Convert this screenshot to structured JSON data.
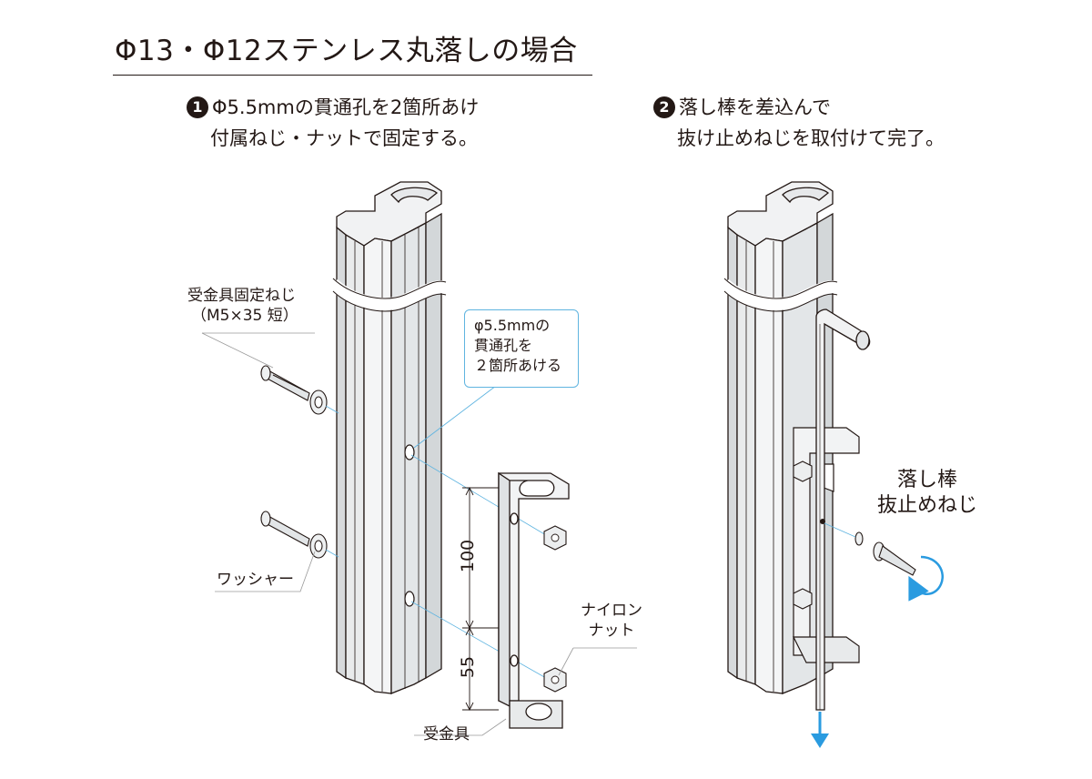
{
  "title": "Φ13・Φ12ステンレス丸落しの場合",
  "step1": {
    "number": "1",
    "line1": "Φ5.5mmの貫通孔を2箇所あけ",
    "line2": "付属ねじ・ナットで固定する。"
  },
  "step2": {
    "number": "2",
    "line1": "落し棒を差込んで",
    "line2": "抜け止めねじを取付けて完了。"
  },
  "labels": {
    "screw_line1": "受金具固定ねじ",
    "screw_line2": "（M5×35 短）",
    "washer": "ワッシャー",
    "hole_line1": "φ5.5mmの",
    "hole_line2": "貫通孔を",
    "hole_line3": "２箇所あける",
    "nylon_nut_line1": "ナイロン",
    "nylon_nut_line2": "ナット",
    "bracket": "受金具",
    "drop_rod_line1": "落し棒",
    "drop_rod_line2": "抜止めねじ"
  },
  "dimensions": {
    "upper": "100",
    "lower": "55"
  },
  "colors": {
    "accent": "#2a9be0",
    "leader": "#5fb4e0",
    "ink": "#231815",
    "post_fill": "#eceeef"
  }
}
